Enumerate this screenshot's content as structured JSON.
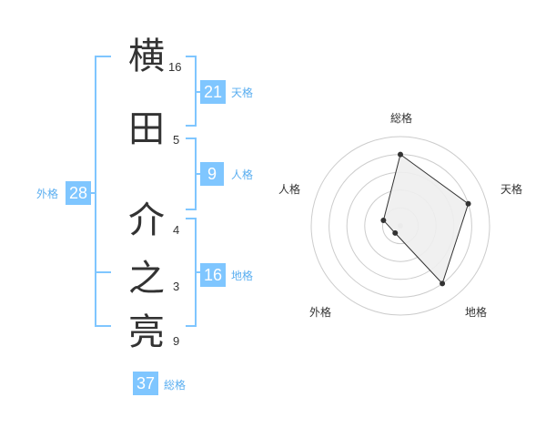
{
  "name": {
    "chars": [
      {
        "char": "横",
        "strokes": "16"
      },
      {
        "char": "田",
        "strokes": "5"
      },
      {
        "char": "介",
        "strokes": "4"
      },
      {
        "char": "之",
        "strokes": "3"
      },
      {
        "char": "亮",
        "strokes": "9"
      }
    ]
  },
  "kaku": {
    "tenkaku": {
      "value": "21",
      "label": "天格"
    },
    "jinkaku": {
      "value": "9",
      "label": "人格"
    },
    "chikaku": {
      "value": "16",
      "label": "地格"
    },
    "gaikaku": {
      "value": "28",
      "label": "外格"
    },
    "soukaku": {
      "value": "37",
      "label": "総格"
    }
  },
  "chart_data": {
    "type": "radar",
    "axes": [
      "総格",
      "天格",
      "地格",
      "外格",
      "人格"
    ],
    "values": [
      0.8,
      0.8,
      0.8,
      0.1,
      0.2
    ],
    "range": [
      0,
      1
    ],
    "rings": 5,
    "colors": {
      "fill": "#eeeeee",
      "stroke": "#333333",
      "grid": "#cccccc",
      "center": "#cccccc"
    }
  }
}
